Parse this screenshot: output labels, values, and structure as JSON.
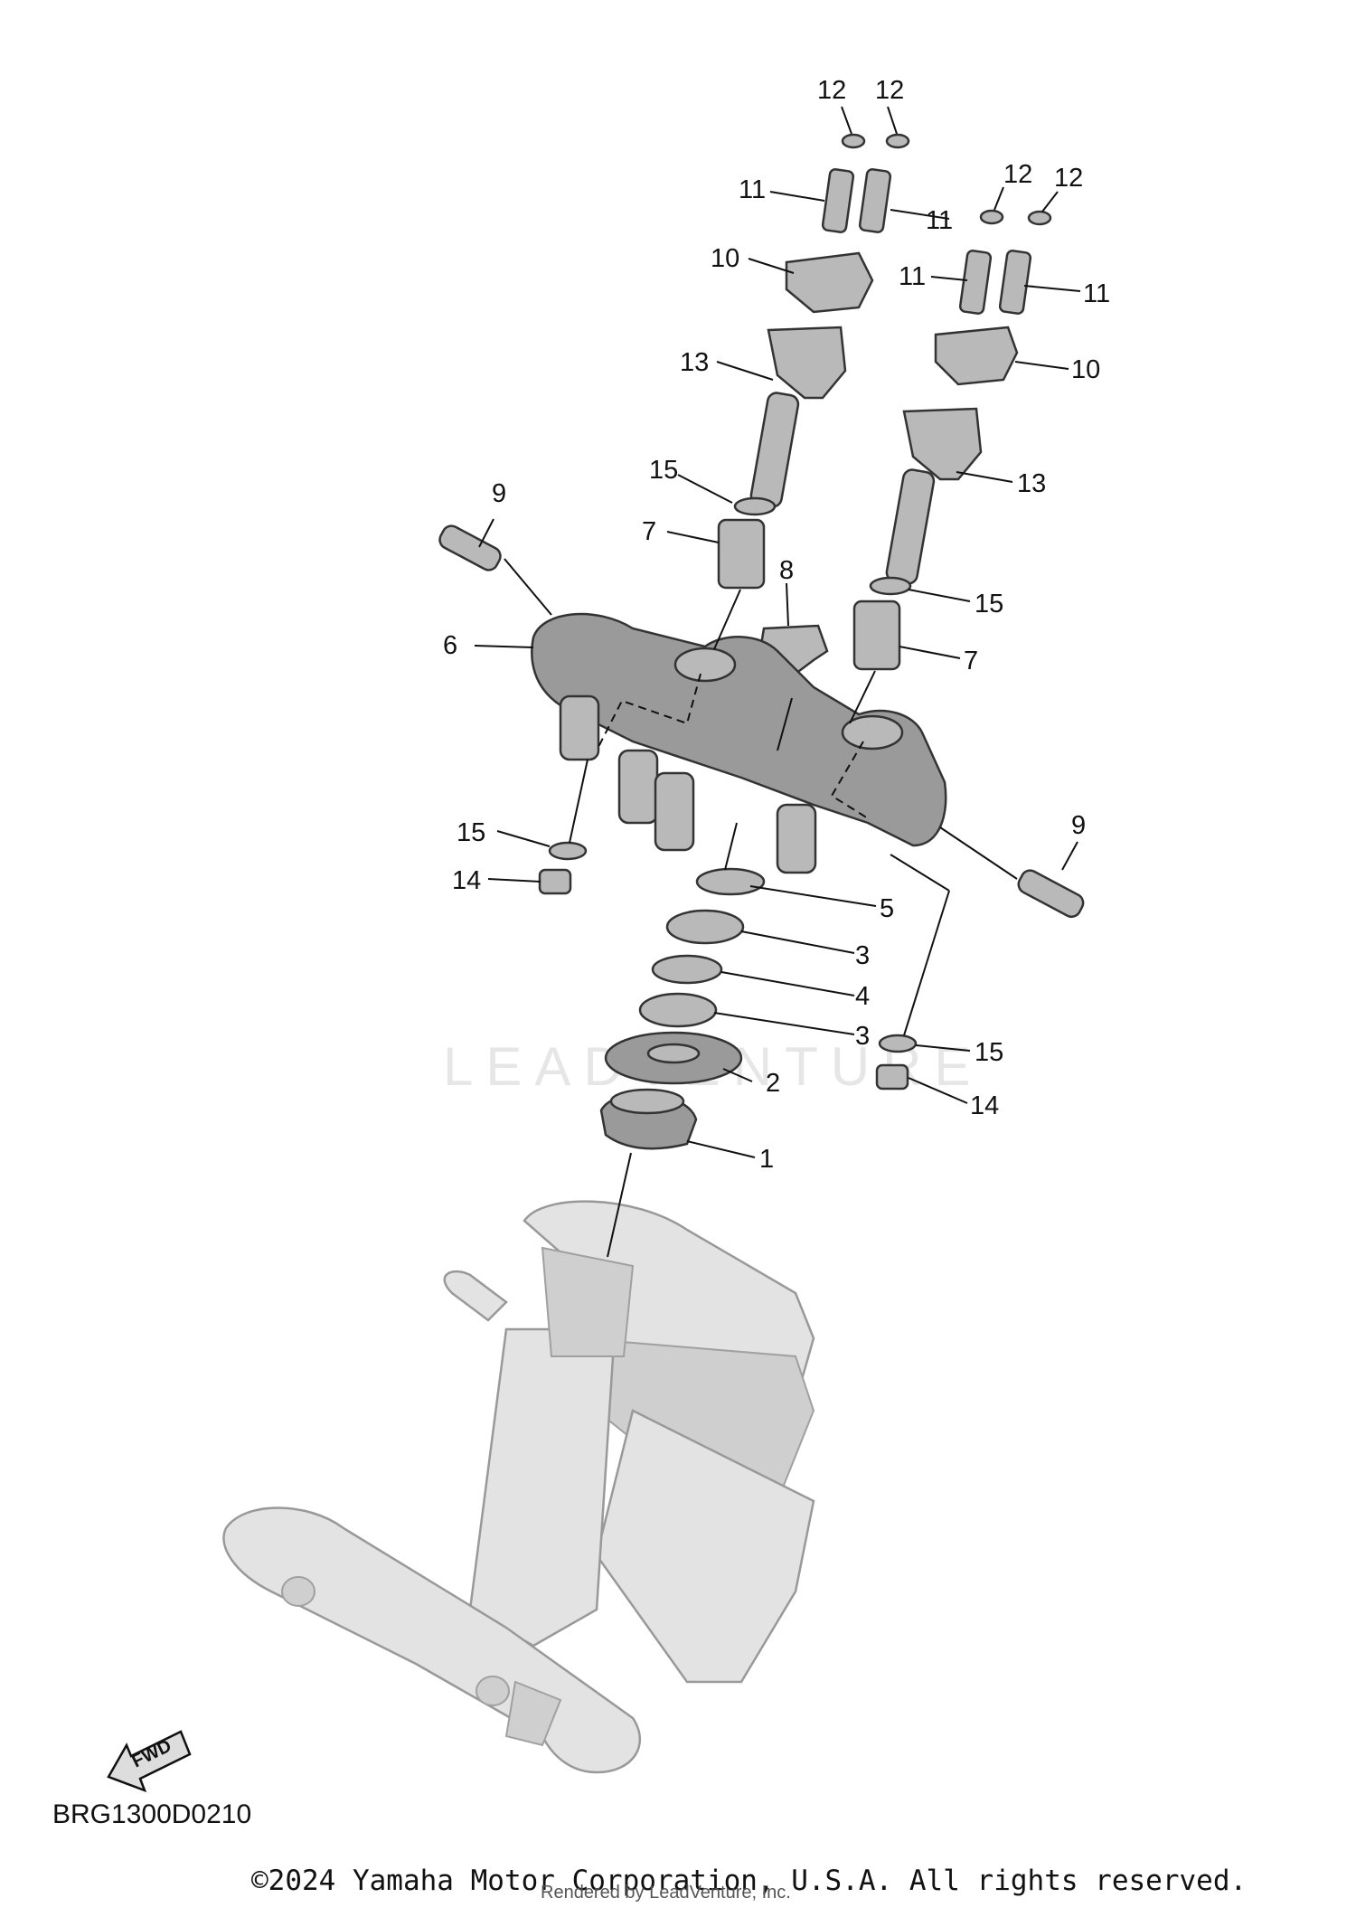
{
  "diagram": {
    "code": "BRG1300D0210",
    "fwd_label": "FWD",
    "watermark": "LEADVENTURE",
    "callouts": [
      "1",
      "2",
      "3",
      "3",
      "4",
      "5",
      "6",
      "7",
      "7",
      "8",
      "9",
      "9",
      "10",
      "10",
      "11",
      "11",
      "11",
      "11",
      "12",
      "12",
      "12",
      "12",
      "13",
      "13",
      "14",
      "14",
      "15",
      "15",
      "15",
      "15"
    ]
  },
  "footer": {
    "copyright": "©2024 Yamaha Motor Corporation, U.S.A. All rights reserved.",
    "rendered_by": "Rendered by LeadVenture, Inc."
  }
}
